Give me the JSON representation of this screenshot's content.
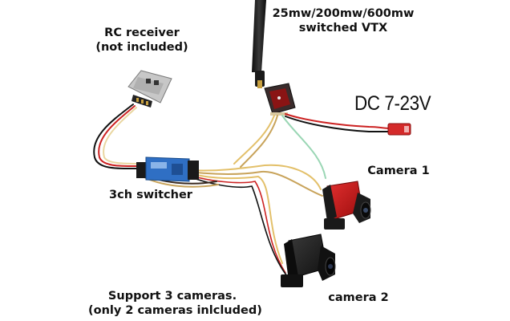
{
  "labels": {
    "rc_receiver": [
      "RC receiver",
      "(not included)"
    ],
    "vtx": [
      "25mw/200mw/600mw",
      "switched VTX"
    ],
    "power": "DC 7-23V",
    "camera1": "Camera 1",
    "switcher": "3ch switcher",
    "support": [
      "Support 3 cameras.",
      "(only 2 cameras inlcluded)"
    ],
    "camera2": "camera 2"
  },
  "colors": {
    "background": "#ffffff",
    "antenna": "#1c1c1c",
    "switcher_board": "#2f6fc4",
    "camera1_body": "#c81818",
    "camera2_body": "#222222",
    "power_plug": "#d42a2a"
  }
}
